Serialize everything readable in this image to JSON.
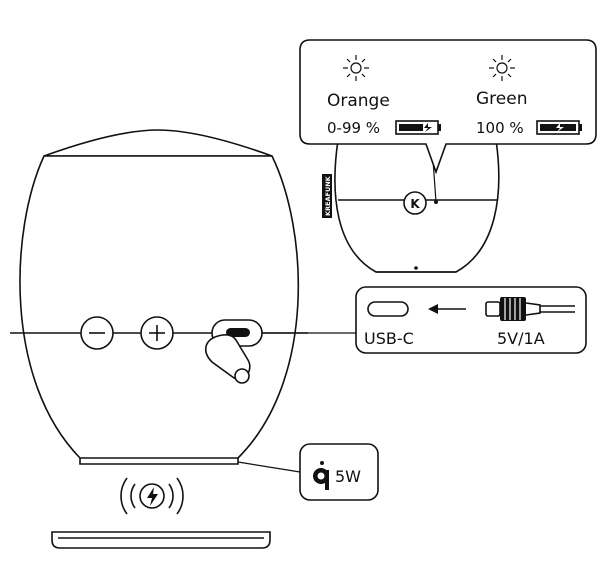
{
  "callouts": {
    "led": {
      "orange_label": "Orange",
      "orange_range": "0-99 %",
      "green_label": "Green",
      "green_range": "100 %"
    },
    "usb": {
      "port_label": "USB-C",
      "power_label": "5V/1A"
    },
    "qi": {
      "power_label": "5W"
    }
  },
  "speaker": {
    "brand_label": "KREAFUNK",
    "logo_letter": "K"
  },
  "colors": {
    "line": "#111111",
    "background": "#ffffff"
  },
  "icons": {
    "sun": "sun-icon",
    "battery_charging": "battery-charging-icon",
    "battery_full": "battery-full-icon",
    "minus": "minus-icon",
    "plus": "plus-icon",
    "usb_port": "usb-c-port-icon",
    "arrow": "arrow-left-icon",
    "plug": "usb-c-plug-icon",
    "qi": "qi-logo-icon",
    "wireless": "wireless-charging-icon"
  }
}
